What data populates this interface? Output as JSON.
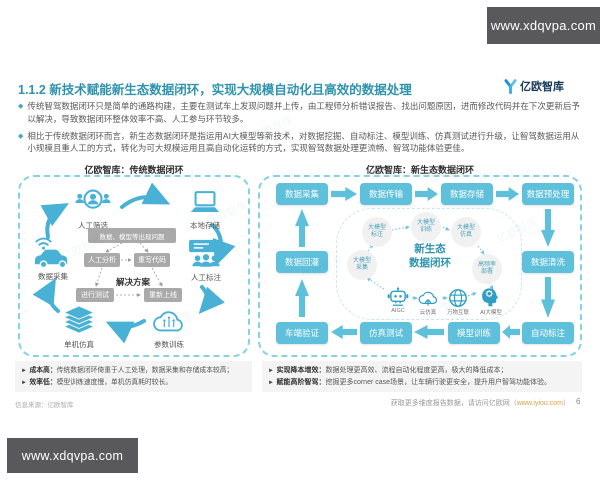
{
  "site_banner": {
    "top": "www.xdqvpa.com",
    "bottom": "www.xdqvpa.com"
  },
  "header": {
    "title": "1.1.2 新技术赋能新生态数据闭环，实现大规模自动化且高效的数据处理",
    "logo_text": "亿欧智库"
  },
  "glyphs": {
    "bullet_marker": "◆",
    "note_marker": "►"
  },
  "watermark_text": "亿欧智库",
  "bullets": [
    "传统智驾数据闭环只是简单的通路构建，主要在测试车上发现问题并上传，由工程师分析错误报告、找出问题原因，进而修改代码并在下次更新后予以解决，导致数据闭环整体效率不高、人工参与环节较多。",
    "相比于传统数据闭环而言，新生态数据闭环是指运用AI大模型等新技术，对数据挖掘、自动标注、模型训练、仿真测试进行升级，让智驾数据运用从小规模且重人工的方式，转化为可大规模运用且高自动化运转的方式，实现智驾数据处理更流畅、智驾功能体验更佳。"
  ],
  "left_panel": {
    "title": "亿欧智库：传统数据闭环",
    "nodes": {
      "manual_filter": "人工筛选",
      "local_storage": "本地存储",
      "data_collect": "数据采集",
      "manual_label": "人工标注",
      "problem": "数据、模型等出现问题",
      "manual_analysis": "人工分析",
      "rewrite_code": "重写代码",
      "solution": "解决方案",
      "run_test": "进行测试",
      "relaunch": "重新上线",
      "single_sim": "单机仿真",
      "param_train": "参数训练"
    },
    "icons": [
      "people-icon",
      "laptop-icon",
      "car-wifi-icon",
      "board-people-icon",
      "layers-icon",
      "cloud-circuit-icon"
    ],
    "notes": [
      {
        "label": "成本高：",
        "text": "传统数据闭环倚重于人工处理，数据采集和存储成本较高；"
      },
      {
        "label": "效率低：",
        "text": "模型训练速度慢，单机仿真耗时较长。"
      }
    ]
  },
  "right_panel": {
    "title": "亿欧智库：新生态数据闭环",
    "flow": [
      "数据采集",
      "数据传输",
      "数据存储",
      "数据预处理",
      "数据清洗",
      "自动标注",
      "模型训练",
      "仿真测试",
      "车端验证",
      "数据回灌"
    ],
    "inner": {
      "center_line1": "新生态",
      "center_line2": "数据闭环",
      "circles": [
        "大模型标注",
        "大模型训练",
        "大模型仿真",
        "大模型采集",
        "高频率部署"
      ],
      "tech_icons": [
        {
          "icon": "robot-icon",
          "label": "AIGC"
        },
        {
          "icon": "cloud-upload-icon",
          "label": "云仿真"
        },
        {
          "icon": "globe-icon",
          "label": "万物互联"
        },
        {
          "icon": "head-gear-icon",
          "label": "AI大模型"
        }
      ]
    },
    "notes": [
      {
        "label": "实现降本增效：",
        "text": "数据处理更高效、流程自动化程度更高，极大的降低成本；"
      },
      {
        "label": "赋能高阶智驾：",
        "text": "挖掘更多corner case场景，让车辆行驶更安全，提升用户智驾功能体验。"
      }
    ]
  },
  "footer": {
    "source": "信息来源：亿欧智库",
    "cta_prefix": "获取更多维度报告数据，请访问亿欧网（",
    "cta_link": "www.iyiou.com",
    "cta_suffix": "）",
    "page_number": "6"
  },
  "colors": {
    "accent_teal": "#2e93ae",
    "diagram_blue": "#5fc0dc",
    "icon_teal": "#48b1d5",
    "gray_box": "#a9a9a9",
    "banner_gray": "#59595b",
    "link_orange": "#d9a440"
  }
}
